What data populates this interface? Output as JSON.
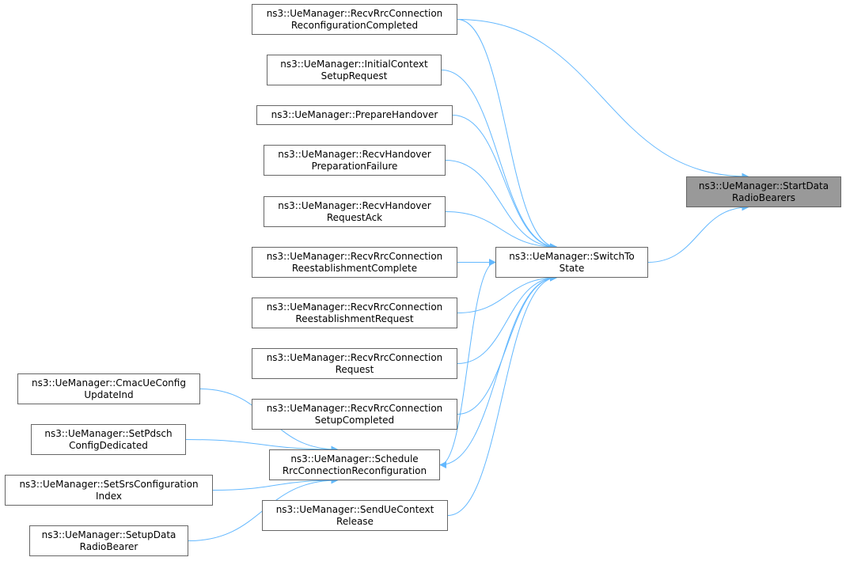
{
  "graph": {
    "edge_color": "#63b8ff",
    "target_fill": "#999999",
    "node_border": "#666666",
    "nodes": [
      {
        "id": "start_data",
        "lines": [
          "ns3::UeManager::StartData",
          "RadioBearers"
        ]
      },
      {
        "id": "switch_to_state",
        "lines": [
          "ns3::UeManager::SwitchTo",
          "State"
        ]
      },
      {
        "id": "recv_rrc_reconf_completed",
        "lines": [
          "ns3::UeManager::RecvRrcConnection",
          "ReconfigurationCompleted"
        ]
      },
      {
        "id": "initial_context_setup",
        "lines": [
          "ns3::UeManager::InitialContext",
          "SetupRequest"
        ]
      },
      {
        "id": "prepare_handover",
        "lines": [
          "ns3::UeManager::PrepareHandover"
        ]
      },
      {
        "id": "recv_handover_prep_failure",
        "lines": [
          "ns3::UeManager::RecvHandover",
          "PreparationFailure"
        ]
      },
      {
        "id": "recv_handover_request_ack",
        "lines": [
          "ns3::UeManager::RecvHandover",
          "RequestAck"
        ]
      },
      {
        "id": "recv_rrc_reest_complete",
        "lines": [
          "ns3::UeManager::RecvRrcConnection",
          "ReestablishmentComplete"
        ]
      },
      {
        "id": "recv_rrc_reest_request",
        "lines": [
          "ns3::UeManager::RecvRrcConnection",
          "ReestablishmentRequest"
        ]
      },
      {
        "id": "recv_rrc_request",
        "lines": [
          "ns3::UeManager::RecvRrcConnection",
          "Request"
        ]
      },
      {
        "id": "recv_rrc_setup_completed",
        "lines": [
          "ns3::UeManager::RecvRrcConnection",
          "SetupCompleted"
        ]
      },
      {
        "id": "schedule_rrc_reconf",
        "lines": [
          "ns3::UeManager::Schedule",
          "RrcConnectionReconfiguration"
        ]
      },
      {
        "id": "send_ue_context_release",
        "lines": [
          "ns3::UeManager::SendUeContext",
          "Release"
        ]
      },
      {
        "id": "cmac_ue_config_update",
        "lines": [
          "ns3::UeManager::CmacUeConfig",
          "UpdateInd"
        ]
      },
      {
        "id": "set_pdsch_config",
        "lines": [
          "ns3::UeManager::SetPdsch",
          "ConfigDedicated"
        ]
      },
      {
        "id": "set_srs_config_index",
        "lines": [
          "ns3::UeManager::SetSrsConfiguration",
          "Index"
        ]
      },
      {
        "id": "setup_data_radio_bearer",
        "lines": [
          "ns3::UeManager::SetupData",
          "RadioBearer"
        ]
      }
    ],
    "edges": [
      {
        "from": "recv_rrc_reconf_completed",
        "to": "start_data"
      },
      {
        "from": "switch_to_state",
        "to": "start_data"
      },
      {
        "from": "recv_rrc_reconf_completed",
        "to": "switch_to_state"
      },
      {
        "from": "initial_context_setup",
        "to": "switch_to_state"
      },
      {
        "from": "prepare_handover",
        "to": "switch_to_state"
      },
      {
        "from": "recv_handover_prep_failure",
        "to": "switch_to_state"
      },
      {
        "from": "recv_handover_request_ack",
        "to": "switch_to_state"
      },
      {
        "from": "recv_rrc_reest_complete",
        "to": "switch_to_state"
      },
      {
        "from": "recv_rrc_reest_request",
        "to": "switch_to_state"
      },
      {
        "from": "recv_rrc_request",
        "to": "switch_to_state"
      },
      {
        "from": "recv_rrc_setup_completed",
        "to": "switch_to_state"
      },
      {
        "from": "schedule_rrc_reconf",
        "to": "switch_to_state"
      },
      {
        "from": "send_ue_context_release",
        "to": "switch_to_state"
      },
      {
        "from": "switch_to_state",
        "to": "schedule_rrc_reconf"
      },
      {
        "from": "cmac_ue_config_update",
        "to": "schedule_rrc_reconf"
      },
      {
        "from": "set_pdsch_config",
        "to": "schedule_rrc_reconf"
      },
      {
        "from": "set_srs_config_index",
        "to": "schedule_rrc_reconf"
      },
      {
        "from": "setup_data_radio_bearer",
        "to": "schedule_rrc_reconf"
      }
    ]
  }
}
